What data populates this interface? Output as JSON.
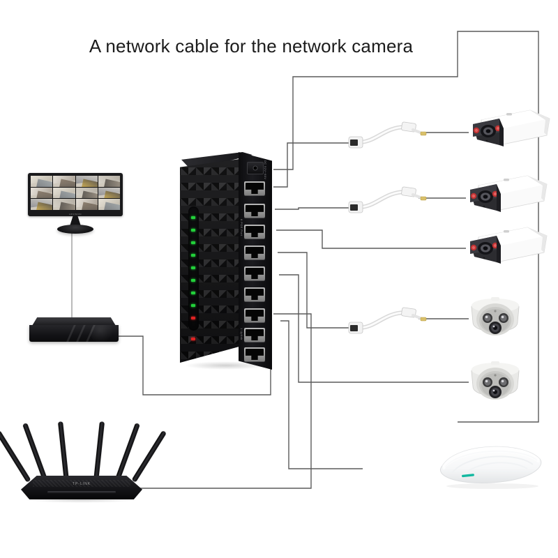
{
  "page": {
    "title": "A network cable for the network camera",
    "background_color": "#ffffff",
    "line_color": "#5a5a5a"
  },
  "diagram": {
    "type": "network-topology",
    "description": "PoE network switch connecting surveillance cameras, NVR, monitor, router and ceiling access point",
    "devices": [
      {
        "id": "monitor",
        "name": "cctv-monitor",
        "label": "Monitor",
        "grid_columns": 4,
        "grid_rows": 3,
        "channel_count": 12,
        "logo": "HKVISION",
        "color": "#1a1a1c"
      },
      {
        "id": "nvr",
        "name": "nvr-recorder",
        "label": "NVR",
        "color": "#131316"
      },
      {
        "id": "router",
        "name": "wireless-router",
        "label": "Router",
        "brand": "TP-LINK",
        "antenna_count": 6,
        "color": "#151518"
      },
      {
        "id": "switch",
        "name": "poe-network-switch",
        "label": "PoE Switch",
        "port_count": 9,
        "poe_port_count": 8,
        "uplink_port_count": 1,
        "power_label": "DC 52V~60V",
        "poe_group_label": "8 POE Port",
        "uplink_group_label": "1 Uplink",
        "led_green_count": 8,
        "led_red_count": 2,
        "led_green_color": "#22d13a",
        "led_red_color": "#e02323",
        "color": "#141416"
      },
      {
        "id": "ap",
        "name": "ceiling-access-point",
        "label": "Access Point",
        "led_color": "#12b8a0",
        "color": "#ffffff"
      }
    ],
    "cameras": [
      {
        "id": "cam1",
        "name": "bullet-camera-1",
        "type": "bullet",
        "ir_led_count": 2,
        "ir_color": "#d03a3a"
      },
      {
        "id": "cam2",
        "name": "bullet-camera-2",
        "type": "bullet",
        "ir_led_count": 2,
        "ir_color": "#d03a3a"
      },
      {
        "id": "cam3",
        "name": "bullet-camera-3",
        "type": "bullet",
        "ir_led_count": 2,
        "ir_color": "#d03a3a"
      },
      {
        "id": "cam4",
        "name": "dome-camera-1",
        "type": "dome",
        "ir_led_count": 2,
        "lens_count": 1
      },
      {
        "id": "cam5",
        "name": "dome-camera-2",
        "type": "dome",
        "ir_led_count": 2,
        "lens_count": 1
      }
    ],
    "poe_cables": [
      {
        "id": "poe1",
        "name": "poe-splitter-cable-1",
        "label": "PoE cable"
      },
      {
        "id": "poe2",
        "name": "poe-splitter-cable-2",
        "label": "PoE cable"
      },
      {
        "id": "poe3",
        "name": "poe-splitter-cable-3",
        "label": "PoE cable"
      }
    ],
    "connections": [
      {
        "from": "monitor",
        "to": "nvr",
        "style": "thin-vertical"
      },
      {
        "from": "nvr",
        "to": "switch-port-9",
        "style": "orthogonal"
      },
      {
        "from": "router",
        "to": "switch-port-9",
        "style": "orthogonal"
      },
      {
        "from": "switch-power",
        "to": "camera-bracket",
        "style": "orthogonal-bracket"
      },
      {
        "from": "switch-port-1",
        "to": "poe1",
        "style": "orthogonal"
      },
      {
        "from": "poe1",
        "to": "cam1",
        "style": "straight"
      },
      {
        "from": "switch-port-2",
        "to": "poe2",
        "style": "orthogonal"
      },
      {
        "from": "poe2",
        "to": "cam2",
        "style": "straight"
      },
      {
        "from": "switch-port-3",
        "to": "cam3",
        "style": "orthogonal"
      },
      {
        "from": "switch-port-4",
        "to": "poe3",
        "style": "orthogonal"
      },
      {
        "from": "poe3",
        "to": "cam4",
        "style": "straight"
      },
      {
        "from": "switch-port-5",
        "to": "cam5",
        "style": "orthogonal"
      },
      {
        "from": "switch-port-8",
        "to": "ap",
        "style": "orthogonal"
      }
    ]
  }
}
